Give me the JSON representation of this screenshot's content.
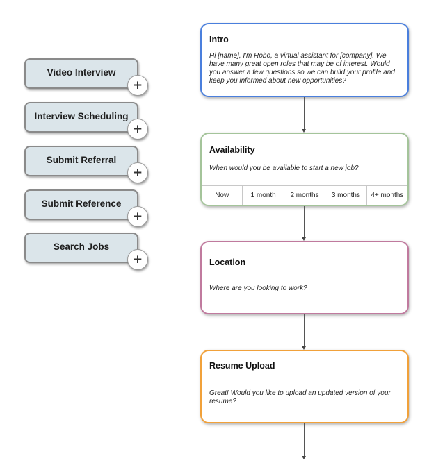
{
  "sidebar": {
    "items": [
      {
        "label": "Video Interview"
      },
      {
        "label": "Interview Scheduling"
      },
      {
        "label": "Submit Referral"
      },
      {
        "label": "Submit Reference"
      },
      {
        "label": "Search Jobs"
      }
    ],
    "add_symbol": "+"
  },
  "flow": {
    "intro": {
      "title": "Intro",
      "text": "Hi [name], I'm Robo, a virtual assistant for [company]. We have many great open roles that may be of interest. Would you answer a few questions so we can build your profile and keep you informed about new opportunities?",
      "border_color": "#4a7fdd"
    },
    "availability": {
      "title": "Availability",
      "text": "When would you be available to start a new job?",
      "options": [
        "Now",
        "1 month",
        "2 months",
        "3 months",
        "4+ months"
      ],
      "border_color": "#a4c49a"
    },
    "location": {
      "title": "Location",
      "text": "Where are you looking to work?",
      "border_color": "#c07a9e"
    },
    "resume": {
      "title": "Resume Upload",
      "text": "Great! Would you like to upload an updated version of your resume?",
      "border_color": "#f1a13a"
    }
  }
}
